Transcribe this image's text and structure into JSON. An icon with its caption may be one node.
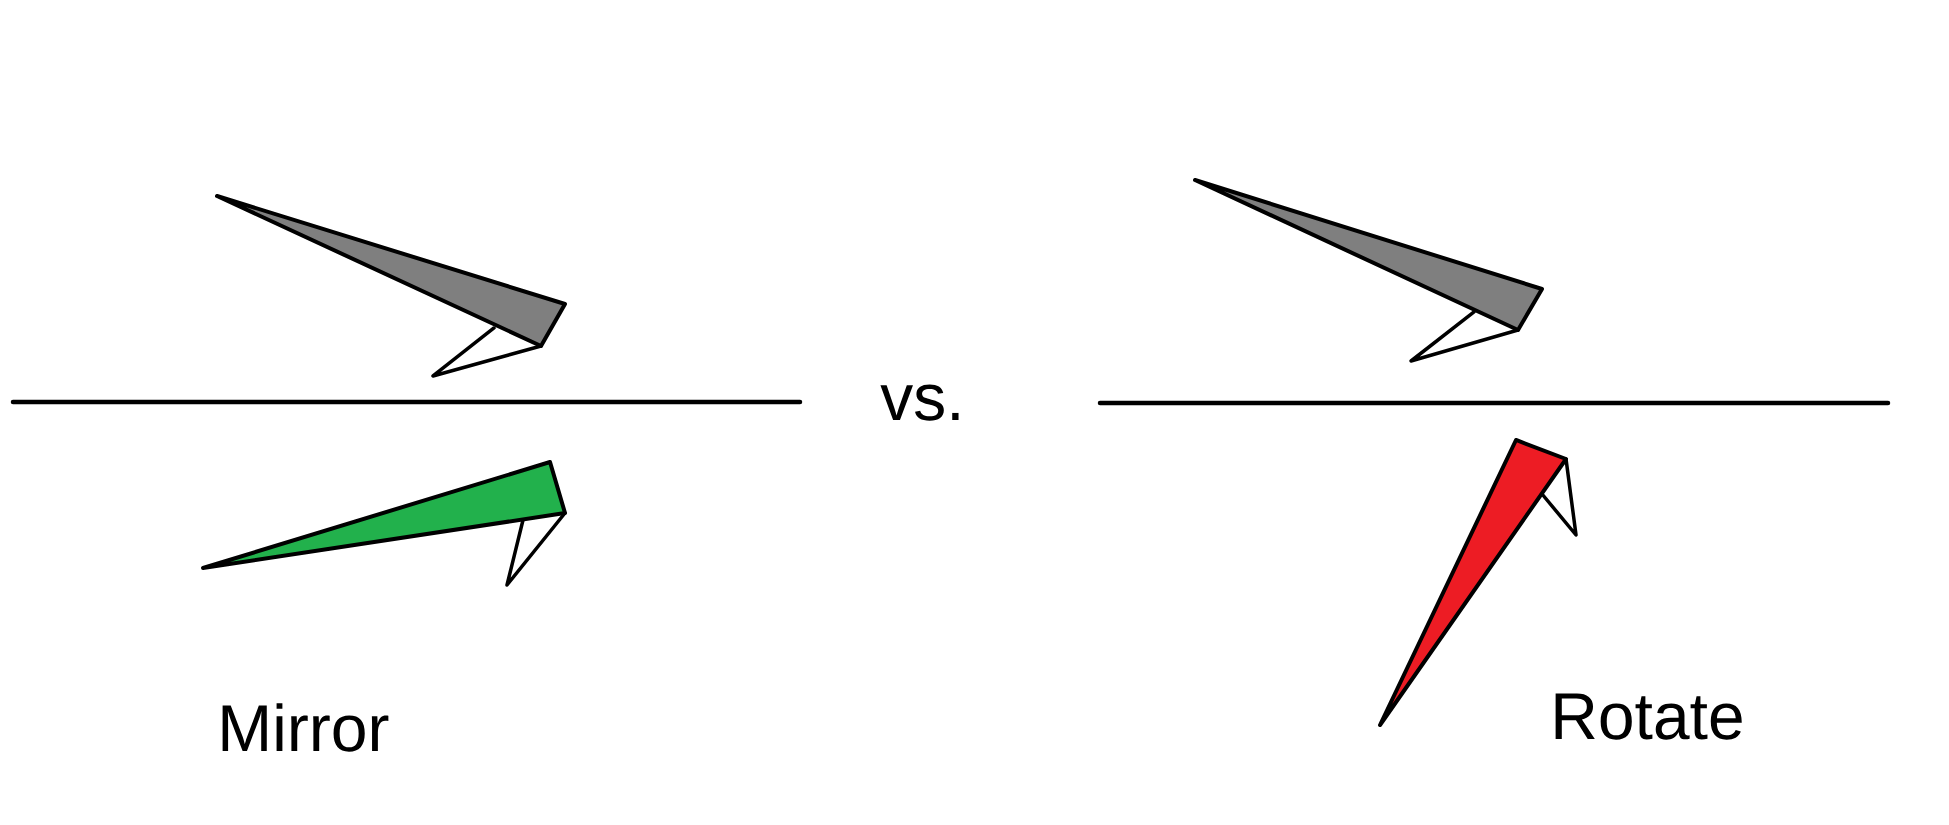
{
  "diagram": {
    "labels": [
      "vs.",
      "Mirror",
      "Rotate"
    ]
  }
}
